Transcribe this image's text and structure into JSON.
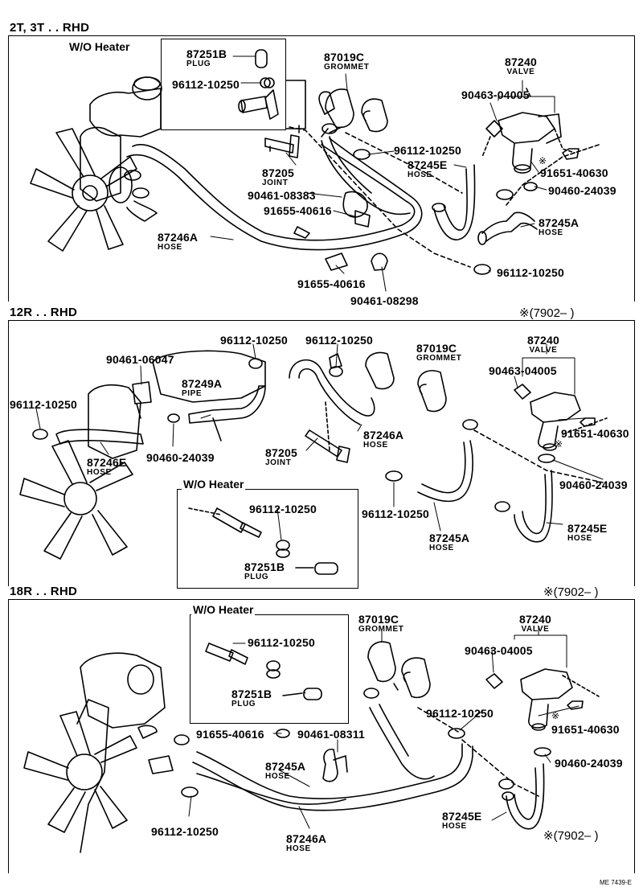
{
  "sections": [
    {
      "title": "2T, 3T . . RHD",
      "date_note": "",
      "box_title": "W/O Heater",
      "heater_title": "W/O Heater",
      "labels": [
        {
          "pn": "87251B",
          "name": "PLUG"
        },
        {
          "pn": "96112-10250",
          "name": ""
        },
        {
          "pn": "87019C",
          "name": "GROMMET"
        },
        {
          "pn": "87240",
          "name": "VALVE"
        },
        {
          "pn": "90463-04005",
          "name": ""
        },
        {
          "pn": "96112-10250",
          "name": ""
        },
        {
          "pn": "87245E",
          "name": "HOSE"
        },
        {
          "pn": "91651-40630",
          "name": ""
        },
        {
          "pn": "87205",
          "name": "JOINT"
        },
        {
          "pn": "90461-08383",
          "name": ""
        },
        {
          "pn": "91655-40616",
          "name": ""
        },
        {
          "pn": "90460-24039",
          "name": ""
        },
        {
          "pn": "87245A",
          "name": "HOSE"
        },
        {
          "pn": "87246A",
          "name": "HOSE"
        },
        {
          "pn": "91655-40616",
          "name": ""
        },
        {
          "pn": "90461-08298",
          "name": ""
        },
        {
          "pn": "96112-10250",
          "name": ""
        }
      ]
    },
    {
      "title": "12R . . RHD",
      "date_note": "※(7902–       )",
      "box_title": "W/O Heater",
      "labels": [
        {
          "pn": "96112-10250",
          "name": ""
        },
        {
          "pn": "96112-10250",
          "name": ""
        },
        {
          "pn": "87019C",
          "name": "GROMMET"
        },
        {
          "pn": "87240",
          "name": "VALVE"
        },
        {
          "pn": "90461-06047",
          "name": ""
        },
        {
          "pn": "87249A",
          "name": "PIPE"
        },
        {
          "pn": "90463-04005",
          "name": ""
        },
        {
          "pn": "96112-10250",
          "name": ""
        },
        {
          "pn": "91651-40630",
          "name": ""
        },
        {
          "pn": "87246A",
          "name": "HOSE"
        },
        {
          "pn": "87246E",
          "name": "HOSE"
        },
        {
          "pn": "90460-24039",
          "name": ""
        },
        {
          "pn": "87205",
          "name": "JOINT"
        },
        {
          "pn": "90460-24039",
          "name": ""
        },
        {
          "pn": "96112-10250",
          "name": ""
        },
        {
          "pn": "96112-10250",
          "name": ""
        },
        {
          "pn": "87251B",
          "name": "PLUG"
        },
        {
          "pn": "87245A",
          "name": "HOSE"
        },
        {
          "pn": "87245E",
          "name": "HOSE"
        }
      ]
    },
    {
      "title": "18R . . RHD",
      "date_note": "※(7902–       )",
      "box_title": "W/O Heater",
      "labels": [
        {
          "pn": "87019C",
          "name": "GROMMET"
        },
        {
          "pn": "87240",
          "name": "VALVE"
        },
        {
          "pn": "96112-10250",
          "name": ""
        },
        {
          "pn": "90463-04005",
          "name": ""
        },
        {
          "pn": "87251B",
          "name": "PLUG"
        },
        {
          "pn": "96112-10250",
          "name": ""
        },
        {
          "pn": "91655-40616",
          "name": ""
        },
        {
          "pn": "90461-08311",
          "name": ""
        },
        {
          "pn": "91651-40630",
          "name": ""
        },
        {
          "pn": "87245A",
          "name": "HOSE"
        },
        {
          "pn": "90460-24039",
          "name": ""
        },
        {
          "pn": "96112-10250",
          "name": ""
        },
        {
          "pn": "87245E",
          "name": "HOSE"
        },
        {
          "pn": "87246A",
          "name": "HOSE"
        }
      ],
      "bottom_note": "※(7902–        )"
    }
  ],
  "asterisk_mark": "※",
  "doc_code": "ME 7439-E"
}
